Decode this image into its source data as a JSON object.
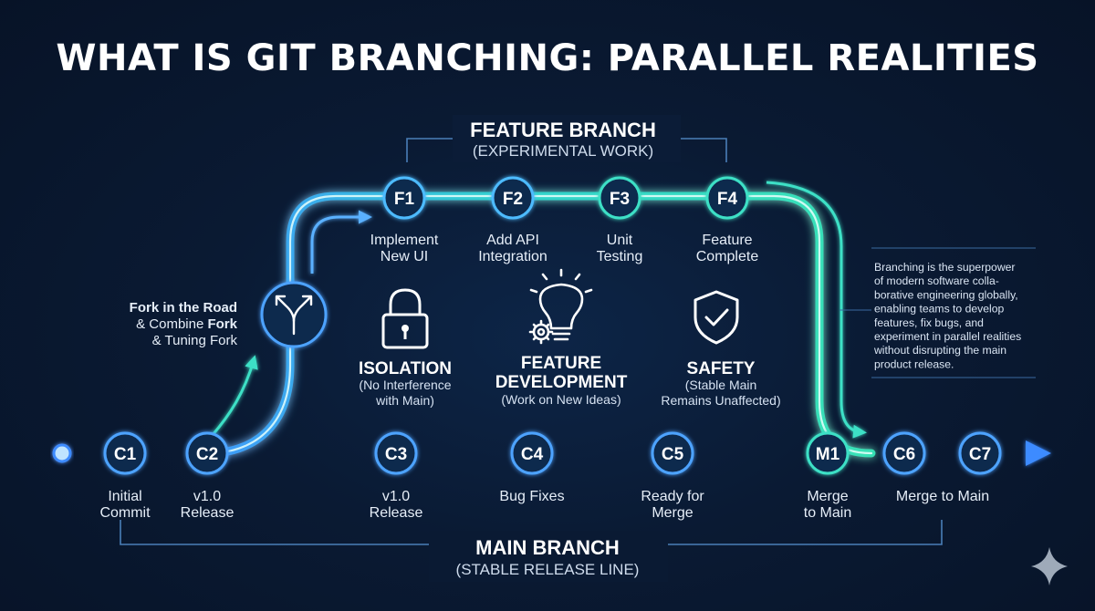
{
  "title": "WHAT IS GIT BRANCHING: PARALLEL REALITIES",
  "feature_branch": {
    "title": "FEATURE BRANCH",
    "subtitle": "(EXPERIMENTAL WORK)",
    "commits": [
      {
        "id": "F1",
        "caption": [
          "Implement",
          "New UI"
        ]
      },
      {
        "id": "F2",
        "caption": [
          "Add API",
          "Integration"
        ]
      },
      {
        "id": "F3",
        "caption": [
          "Unit",
          "Testing"
        ]
      },
      {
        "id": "F4",
        "caption": [
          "Feature",
          "Complete"
        ]
      }
    ]
  },
  "main_branch": {
    "title": "MAIN BRANCH",
    "subtitle": "(STABLE RELEASE LINE)",
    "commits": [
      {
        "id": "C1",
        "caption": [
          "Initial",
          "Commit"
        ]
      },
      {
        "id": "C2",
        "caption": [
          "v1.0",
          "Release"
        ]
      },
      {
        "id": "C3",
        "caption": [
          "v1.0",
          "Release"
        ]
      },
      {
        "id": "C4",
        "caption": [
          "Bug Fixes"
        ]
      },
      {
        "id": "C5",
        "caption": [
          "Ready for",
          "Merge"
        ]
      },
      {
        "id": "M1",
        "caption": [
          "Merge",
          "to Main"
        ]
      },
      {
        "id": "C6",
        "caption": [
          "Merge to Main"
        ]
      },
      {
        "id": "C7",
        "caption": []
      }
    ]
  },
  "fork": {
    "line1": "Fork in the Road",
    "line2_pre": "& Combine ",
    "line2_bold": "Fork",
    "line3": "& Tuning Fork",
    "icon": "fork-arrows-icon"
  },
  "features": [
    {
      "icon": "padlock-icon",
      "title": [
        "ISOLATION"
      ],
      "subtitle": [
        "(No Interference",
        "with Main)"
      ]
    },
    {
      "icon": "lightbulb-gear-icon",
      "title": [
        "FEATURE",
        "DEVELOPMENT"
      ],
      "subtitle": [
        "(Work on New Ideas)"
      ]
    },
    {
      "icon": "shield-check-icon",
      "title": [
        "SAFETY"
      ],
      "subtitle": [
        "(Stable Main",
        "Remains Unaffected)"
      ]
    }
  ],
  "side_note": [
    "Branching is the superpower",
    "of modern software colla-",
    "borative engineering globally,",
    "enabling teams to develop",
    "features, fix bugs, and",
    "experiment in parallel realities",
    "without disrupting the main",
    "product release."
  ],
  "colors": {
    "background": "#0a1a33",
    "main_line": "#3d8bff",
    "feature_line": "#2fe0c8",
    "node_fill": "#0f2a4d",
    "bracket": "#4a7fb8"
  }
}
